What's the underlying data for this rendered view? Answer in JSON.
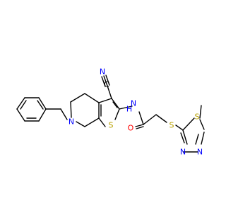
{
  "colors": {
    "bond": "#000000",
    "nitrogen": "#0000ff",
    "sulfur": "#b8a000",
    "oxygen": "#ff0000",
    "carbon": "#000000",
    "background": "#ffffff"
  },
  "atom_labels": {
    "nitrile_c": "C",
    "nitrile_n": "N",
    "ring_n": "N",
    "amide_n": "N",
    "amide_h": "H",
    "amide_o": "O",
    "thiophene_s": "S",
    "thioether_s": "S",
    "thiadiazole_s": "S",
    "thiadiazole_n1": "N",
    "thiadiazole_n2": "N"
  }
}
